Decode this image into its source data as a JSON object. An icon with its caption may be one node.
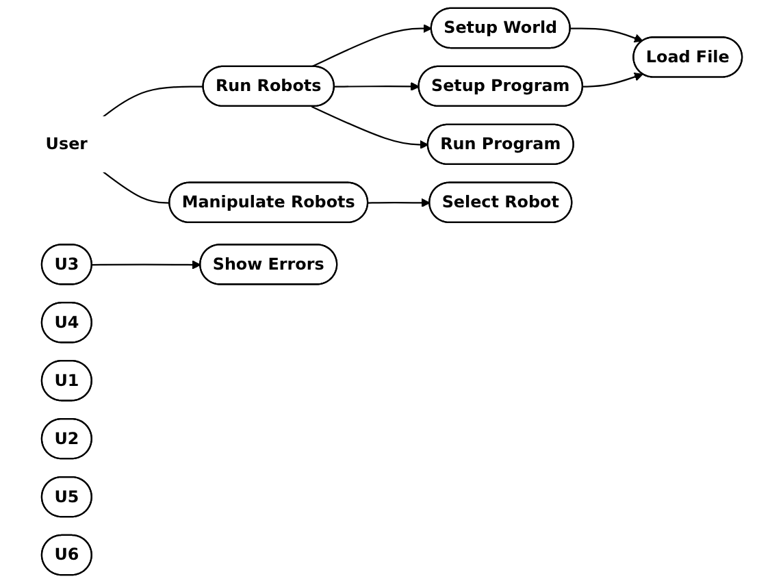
{
  "diagram": {
    "nodes": [
      {
        "text": [
          "User"
        ]
      },
      {
        "text": [
          "Run Robots"
        ]
      },
      {
        "text": [
          "Manipulate Robots"
        ]
      },
      {
        "text": [
          "Setup World"
        ]
      },
      {
        "text": [
          "Setup Program"
        ]
      },
      {
        "text": [
          "Run Program"
        ]
      },
      {
        "text": [
          "Select Robot"
        ]
      },
      {
        "text": [
          "U3"
        ]
      },
      {
        "text": [
          "U4"
        ]
      },
      {
        "text": [
          "Load File"
        ]
      },
      {
        "text": [
          "U1"
        ]
      },
      {
        "text": [
          "U2"
        ]
      },
      {
        "text": [
          "U5"
        ]
      },
      {
        "text": [
          "Show Errors"
        ]
      },
      {
        "text": [
          "U6"
        ]
      }
    ],
    "edges": [
      {
        "from": 0,
        "to": 1,
        "arrow": "none"
      },
      {
        "from": 0,
        "to": 2,
        "arrow": "none"
      },
      {
        "from": 1,
        "to": 3,
        "arrow": "to"
      },
      {
        "from": 1,
        "to": 4,
        "arrow": "to"
      },
      {
        "from": 1,
        "to": 5,
        "arrow": "to"
      },
      {
        "from": 3,
        "to": 9,
        "arrow": "to"
      },
      {
        "from": 4,
        "to": 9,
        "arrow": "to"
      },
      {
        "from": 2,
        "to": 6,
        "arrow": "to"
      },
      {
        "from": 7,
        "to": 13,
        "arrow": "to"
      }
    ]
  }
}
